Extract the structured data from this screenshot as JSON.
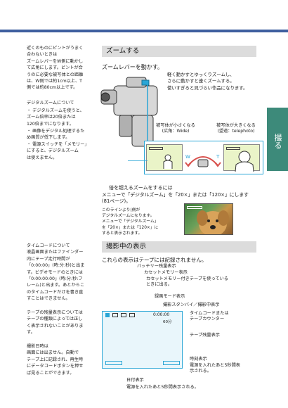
{
  "sidenotes": {
    "focus": "近くのものにピントがうまく\n合わないときは\nズームレバーをW側に動かし\nて広角にします。ピントが合\nうのに必要な被写体との距離\nは、W側では約1cm以上、T\n側では約80cm以上です。",
    "digital_zoom_title": "デジタルズームについて",
    "digital_zoom_items": [
      "・ デジタルズームを使うと、\n   ズーム倍率は20倍または\n   120倍までになります。",
      "・ 画像をデジタル処理するた\n   め画質が低下します。",
      "・ 電源スイッチを「メモリー」\n   にすると、デジタルズーム\n   は使えません。"
    ],
    "timecode": "タイムコードについて\n液晶画面またはファインダー\n内にテープ走行時間が\n「0:00:00」(時:分:秒)と出ま\nす。ビデオモードのときには\n「0:00:00:00」(時:分:秒:フ\nレーム)と出ます。あとからこ\nのタイムコードだけを書き直\nすことはできません。",
    "tape_remaining": "テープの残量表示については\nテープの種類によっては正し\nく表示されないことがありま\nす。",
    "date_time": "撮影日時は\n画面には出ません。自動で\nテープ上に記録され、再生時\nにデータコードボタンを押せ\nば見ることができます。"
  },
  "zoom_section": {
    "heading": "ズームする",
    "instruction": "ズームレバーを動かす。",
    "tip": "軽く動かすとゆっくりズームし、\nさらに動かすと速くズームする。\n使いすぎると見づらい作品になります。",
    "wide_label": "被写体が小さくなる\n(広角：Wide)",
    "tele_label": "被写体が大きくなる\n(望遠：telephoto)",
    "w_letter": "W",
    "t_letter": "T",
    "beyond_title": "倍を超えるズームをするには",
    "beyond_body": "メニューで「デジタルズーム」を「20×」または「120×」にします\n(81ページ)。",
    "bar_note": "このラインより(側が\nデジタルズームになります。\nメニューで「デジタルズーム」\nを「20×」または「120×」に\nすると表示されます。"
  },
  "display_section": {
    "heading": "撮影中の表示",
    "intro": "これらの表示はテープには記録されません。",
    "labels": {
      "battery": "バッテリー残量表示",
      "cassette": "カセットメモリー表示",
      "cassette_note": "カセットメモリー付きテープを使っている\nときに出る。",
      "record_mode": "録画モード表示",
      "standby": "撮影スタンバイ／撮影中表示",
      "timecode": "タイムコードまたは\nテープカウンター",
      "tape_remaining": "テープ残量表示",
      "clock": "時刻表示",
      "clock_note": "電源を入れたあと5秒間表\n示される。",
      "date": "日付表示",
      "date_note": "電源を入れたあと5秒間表示される。"
    },
    "screen_counter": "0:00:00",
    "screen_minutes": "60分"
  },
  "side_tab": "撮る",
  "colors": {
    "accent": "#2aa6d6",
    "top_bar": "#3f5f9f",
    "side_tab": "#3d8a7a",
    "section_bg": "#dcdcdc"
  }
}
